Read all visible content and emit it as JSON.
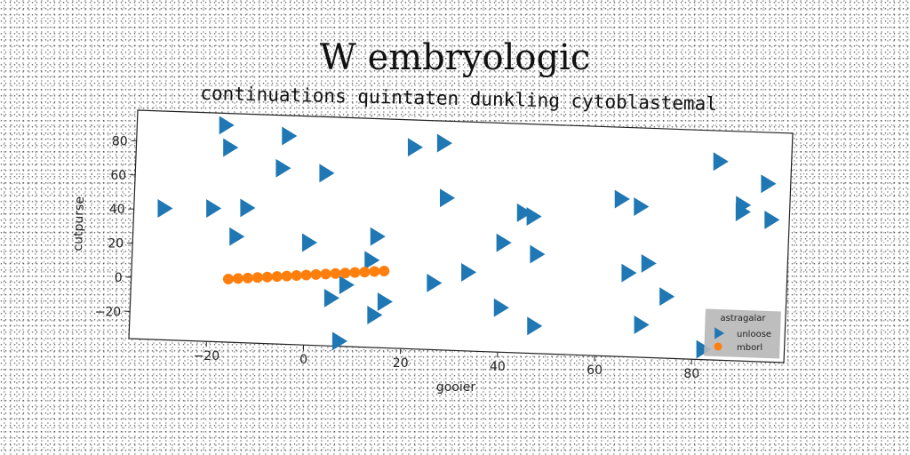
{
  "chart_data": {
    "type": "scatter",
    "title": "W embryologic",
    "subtitle": "continuations quintaten dunkling cytoblastemal",
    "xlabel": "gooier",
    "ylabel": "cutpurse",
    "xlim": [
      -36,
      99
    ],
    "ylim": [
      -36,
      98
    ],
    "xticks": [
      -20,
      0,
      20,
      40,
      60,
      80
    ],
    "yticks": [
      -20,
      0,
      20,
      40,
      60,
      80
    ],
    "grid": false,
    "legend": {
      "title": "astragalar",
      "placement": "bottom-right"
    },
    "series": [
      {
        "name": "unloose",
        "marker": "triangle-right",
        "color": "#1f77b4",
        "points": [
          [
            -18,
            91
          ],
          [
            -17,
            78
          ],
          [
            -5,
            86
          ],
          [
            -6,
            67
          ],
          [
            3,
            65
          ],
          [
            21,
            82
          ],
          [
            27,
            85
          ],
          [
            -30,
            41
          ],
          [
            -20,
            42
          ],
          [
            -13,
            43
          ],
          [
            28,
            53
          ],
          [
            -15,
            26
          ],
          [
            0,
            24
          ],
          [
            14,
            29
          ],
          [
            13,
            15
          ],
          [
            40,
            28
          ],
          [
            44,
            46
          ],
          [
            46,
            44
          ],
          [
            47,
            22
          ],
          [
            33,
            10
          ],
          [
            26,
            3
          ],
          [
            8,
            0
          ],
          [
            5,
            -8
          ],
          [
            16,
            -9
          ],
          [
            14,
            -17
          ],
          [
            40,
            -10
          ],
          [
            47,
            -20
          ],
          [
            7,
            -33
          ],
          [
            64,
            56
          ],
          [
            68,
            52
          ],
          [
            70,
            19
          ],
          [
            66,
            13
          ],
          [
            74,
            0
          ],
          [
            69,
            -17
          ],
          [
            84,
            80
          ],
          [
            89,
            55
          ],
          [
            89,
            51
          ],
          [
            94,
            68
          ],
          [
            95,
            47
          ],
          [
            82,
            -30
          ]
        ]
      },
      {
        "name": "mborl",
        "marker": "circle",
        "color": "#ff7f0e",
        "points": [
          [
            -16,
            1
          ],
          [
            -14,
            1.5
          ],
          [
            -12,
            2
          ],
          [
            -10,
            2.5
          ],
          [
            -8,
            3
          ],
          [
            -6,
            3.5
          ],
          [
            -4,
            4
          ],
          [
            -2,
            4.5
          ],
          [
            0,
            5
          ],
          [
            2,
            5.5
          ],
          [
            4,
            6
          ],
          [
            6,
            6.5
          ],
          [
            8,
            7
          ],
          [
            10,
            7.5
          ],
          [
            12,
            8
          ],
          [
            14,
            8.5
          ],
          [
            16,
            9
          ]
        ]
      }
    ]
  }
}
